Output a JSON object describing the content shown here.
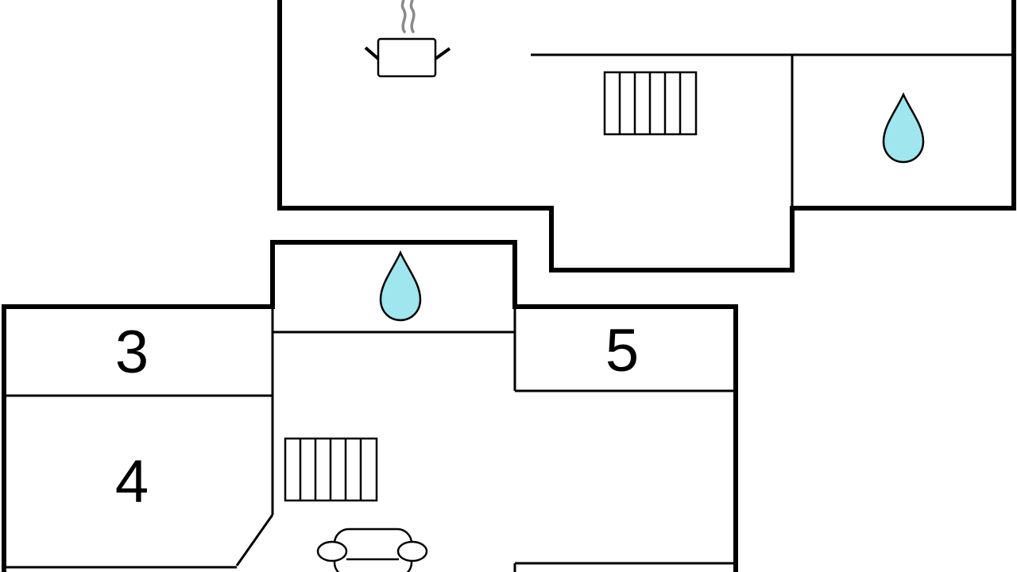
{
  "floor_plan": {
    "rooms": [
      {
        "label": "3"
      },
      {
        "label": "4"
      },
      {
        "label": "5"
      }
    ],
    "icons": [
      {
        "kind": "cooking-pot-icon",
        "room": "kitchen"
      },
      {
        "kind": "radiator-icon",
        "room": "upper-hall"
      },
      {
        "kind": "water-drop-icon",
        "room": "upper-bathroom"
      },
      {
        "kind": "water-drop-icon",
        "room": "lower-bathroom"
      },
      {
        "kind": "radiator-icon",
        "room": "living-room"
      },
      {
        "kind": "sofa-icon",
        "room": "living-room"
      }
    ],
    "colors": {
      "wall": "#000000",
      "water": "#9fe6ef",
      "steam": "#8a8a8a",
      "background": "#ffffff"
    }
  }
}
